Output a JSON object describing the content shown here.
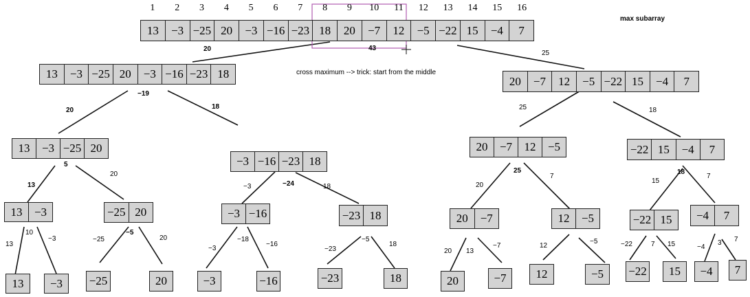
{
  "title": "max subarray",
  "note": "cross maximum --> trick: start from the middle",
  "indices": [
    "1",
    "2",
    "3",
    "4",
    "5",
    "6",
    "7",
    "8",
    "9",
    "10",
    "11",
    "12",
    "13",
    "14",
    "15",
    "16"
  ],
  "arrays": {
    "root": [
      "13",
      "−3",
      "−25",
      "20",
      "−3",
      "−16",
      "−23",
      "18",
      "20",
      "−7",
      "12",
      "−5",
      "−22",
      "15",
      "−4",
      "7"
    ],
    "l1": [
      "13",
      "−3",
      "−25",
      "20",
      "−3",
      "−16",
      "−23",
      "18"
    ],
    "r1": [
      "20",
      "−7",
      "12",
      "−5",
      "−22",
      "15",
      "−4",
      "7"
    ],
    "ll": [
      "13",
      "−3",
      "−25",
      "20"
    ],
    "lr": [
      "−3",
      "−16",
      "−23",
      "18"
    ],
    "rl": [
      "20",
      "−7",
      "12",
      "−5"
    ],
    "rr": [
      "−22",
      "15",
      "−4",
      "7"
    ],
    "q1": [
      "13",
      "−3"
    ],
    "q2": [
      "−25",
      "20"
    ],
    "q3": [
      "−3",
      "−16"
    ],
    "q4": [
      "−23",
      "18"
    ],
    "q5": [
      "20",
      "−7"
    ],
    "q6": [
      "12",
      "−5"
    ],
    "q7": [
      "−22",
      "15"
    ],
    "q8": [
      "−4",
      "7"
    ],
    "s1": [
      "13"
    ],
    "s2": [
      "−3"
    ],
    "s3": [
      "−25"
    ],
    "s4": [
      "20"
    ],
    "s5": [
      "−3"
    ],
    "s6": [
      "−16"
    ],
    "s7": [
      "−23"
    ],
    "s8": [
      "18"
    ],
    "s9": [
      "20"
    ],
    "s10": [
      "−7"
    ],
    "s11": [
      "12"
    ],
    "s12": [
      "−5"
    ],
    "s13": [
      "−22"
    ],
    "s14": [
      "15"
    ],
    "s15": [
      "−4"
    ],
    "s16": [
      "7"
    ]
  },
  "labels": {
    "root_left": "20",
    "root_cross": "43",
    "root_right": "25",
    "l1_left": "20",
    "l1_cross": "−19",
    "l1_right": "18",
    "r1_left": "25",
    "r1_right": "18",
    "ll_cross": "5",
    "ll_left": "13",
    "ll_right": "20",
    "lr_cross": "−24",
    "lr_left": "−3",
    "lr_right": "18",
    "rl_cross": "25",
    "rl_left": "20",
    "rl_right": "7",
    "rr_cross": "18",
    "rr_left": "15",
    "rr_right": "7",
    "q1_cross": "10",
    "q1_left": "13",
    "q1_right": "−3",
    "q2_cross": "−5",
    "q2_left": "−25",
    "q2_right": "20",
    "q3_cross": "−18",
    "q3_left": "−3",
    "q3_right": "−16",
    "q4_cross": "−5",
    "q4_left": "−23",
    "q4_right": "18",
    "q5_cross": "13",
    "q5_left": "20",
    "q5_right": "−7",
    "q6_left": "12",
    "q6_right": "−5",
    "q7_cross": "7",
    "q7_left": "−22",
    "q7_right": "15",
    "q8_cross": "3",
    "q8_left": "−4",
    "q8_right": "7"
  },
  "colors": {
    "cell_fill": "#d3d3d3",
    "selection": "#b05cb0"
  }
}
